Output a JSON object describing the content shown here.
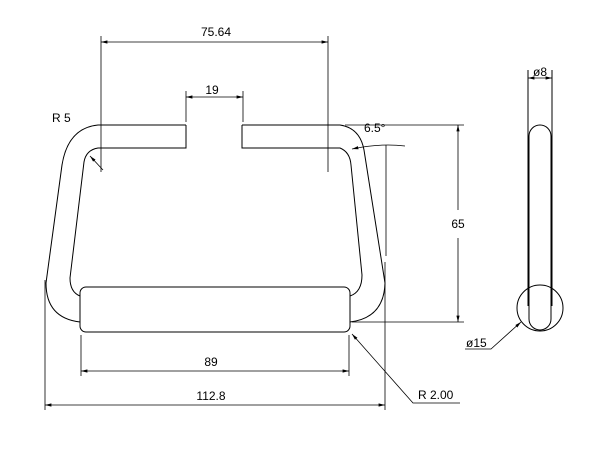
{
  "drawing": {
    "dimensions": {
      "top_width": "75.64",
      "gap": "19",
      "corner_radius": "R 5",
      "angle": "6.5°",
      "height": "65",
      "grip_length": "89",
      "overall_width": "112.8",
      "grip_radius": "R 2.00",
      "rod_diameter": "ø8",
      "grip_diameter": "ø15"
    }
  }
}
